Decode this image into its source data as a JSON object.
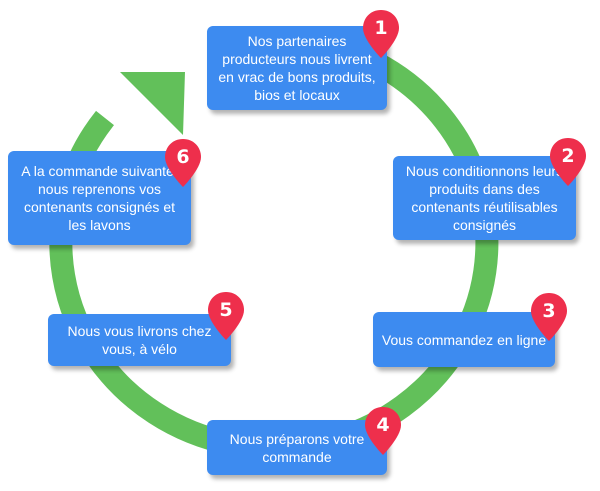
{
  "colors": {
    "box": "#3d8bf0",
    "pin": "#ee2f4c",
    "arrow": "#62c05a"
  },
  "steps": [
    {
      "number": "1",
      "text": "Nos partenaires producteurs nous livrent en vrac de bons produits, bios et locaux"
    },
    {
      "number": "2",
      "text": "Nous conditionnons leurs produits dans des contenants réutilisables consignés"
    },
    {
      "number": "3",
      "text": "Vous commandez en ligne"
    },
    {
      "number": "4",
      "text": "Nous préparons votre commande"
    },
    {
      "number": "5",
      "text": "Nous vous livrons chez vous, à vélo"
    },
    {
      "number": "6",
      "text": "A la commande suivante, nous reprenons vos contenants consignés et les lavons"
    }
  ]
}
